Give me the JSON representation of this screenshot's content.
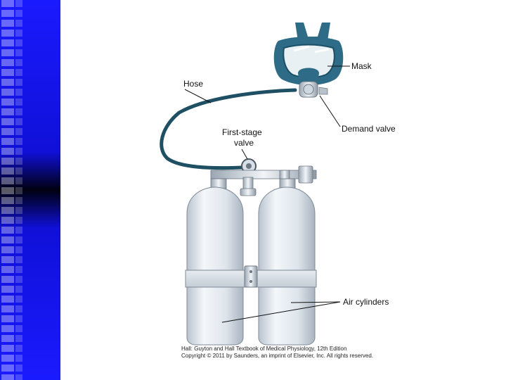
{
  "labels": {
    "hose": "Hose",
    "mask": "Mask",
    "first_stage_line1": "First-stage",
    "first_stage_line2": "valve",
    "demand_valve": "Demand valve",
    "air_cylinders": "Air cylinders"
  },
  "caption": {
    "line1": "Hall: Guyton and Hall Textbook of Medical Physiology, 12th Edition",
    "line2": "Copyright © 2011 by Saunders, an imprint of Elsevier, Inc. All rights reserved."
  },
  "colors": {
    "slide_bar": "#1a1aff",
    "mask_frame": "#2e6b86",
    "hose": "#1f4f62",
    "cylinder": "#dfe6ee"
  }
}
